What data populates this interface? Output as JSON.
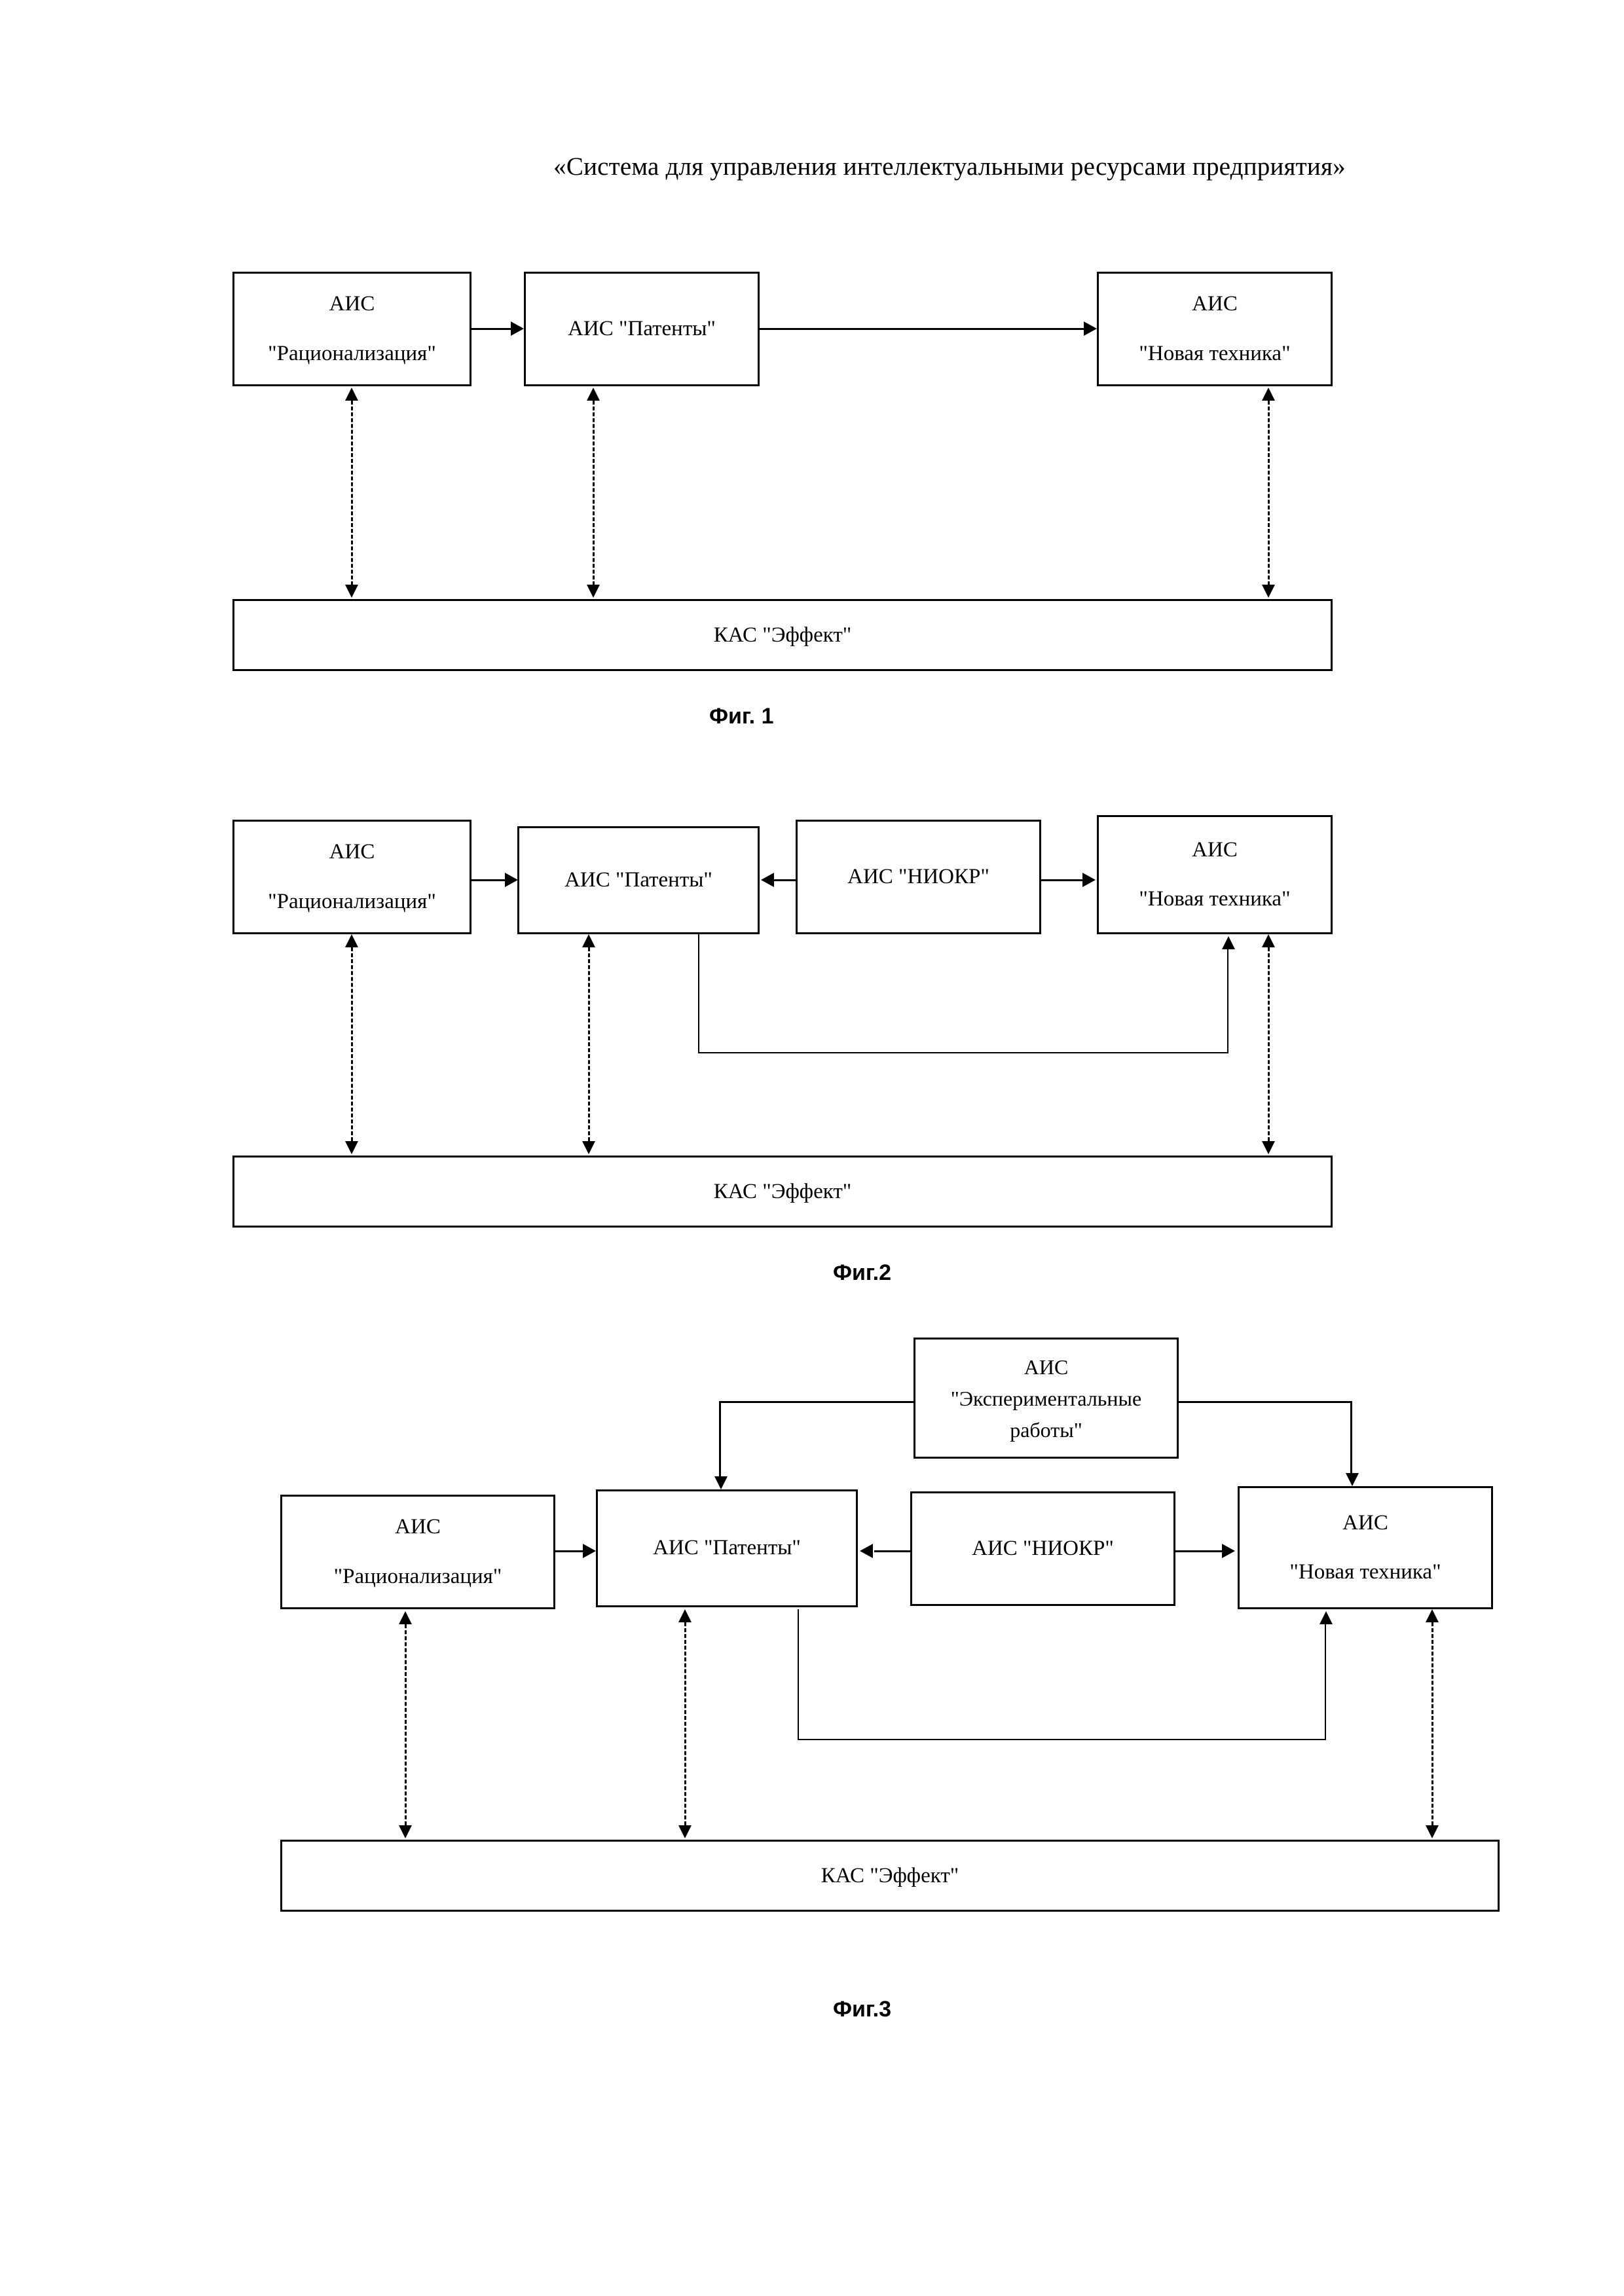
{
  "document": {
    "title": "«Система для управления интеллектуальными ресурсами предприятия»"
  },
  "labels": {
    "ais": "АИС",
    "rationalization": "\"Рационализация\"",
    "patents": "АИС \"Патенты\"",
    "niokr": "АИС \"НИОКР\"",
    "new_tech": "\"Новая техника\"",
    "experimental_1": "\"Экспериментальные",
    "experimental_2": "работы\"",
    "kas_effect": "КАС \"Эффект\""
  },
  "figures": [
    {
      "id": "fig1",
      "caption": "Фиг. 1",
      "nodes": [
        {
          "name": "ais-rationalization",
          "lines": [
            "АИС",
            "\"Рационализация\""
          ]
        },
        {
          "name": "ais-patents",
          "lines": [
            "АИС \"Патенты\""
          ]
        },
        {
          "name": "ais-new-tech",
          "lines": [
            "АИС",
            "\"Новая техника\""
          ]
        },
        {
          "name": "kas-effect",
          "lines": [
            "КАС \"Эффект\""
          ]
        }
      ],
      "edges": [
        {
          "from": "ais-rationalization",
          "to": "ais-patents",
          "style": "solid",
          "arrows": "one-way"
        },
        {
          "from": "ais-patents",
          "to": "ais-new-tech",
          "style": "solid",
          "arrows": "one-way"
        },
        {
          "from": "ais-rationalization",
          "to": "kas-effect",
          "style": "dashed",
          "arrows": "two-way"
        },
        {
          "from": "ais-patents",
          "to": "kas-effect",
          "style": "dashed",
          "arrows": "two-way"
        },
        {
          "from": "ais-new-tech",
          "to": "kas-effect",
          "style": "dashed",
          "arrows": "two-way"
        }
      ]
    },
    {
      "id": "fig2",
      "caption": "Фиг.2",
      "nodes": [
        {
          "name": "ais-rationalization",
          "lines": [
            "АИС",
            "\"Рационализация\""
          ]
        },
        {
          "name": "ais-patents",
          "lines": [
            "АИС \"Патенты\""
          ]
        },
        {
          "name": "ais-niokr",
          "lines": [
            "АИС \"НИОКР\""
          ]
        },
        {
          "name": "ais-new-tech",
          "lines": [
            "АИС",
            "\"Новая техника\""
          ]
        },
        {
          "name": "kas-effect",
          "lines": [
            "КАС \"Эффект\""
          ]
        }
      ],
      "edges": [
        {
          "from": "ais-rationalization",
          "to": "ais-patents",
          "style": "solid",
          "arrows": "one-way"
        },
        {
          "from": "ais-niokr",
          "to": "ais-patents",
          "style": "solid",
          "arrows": "one-way"
        },
        {
          "from": "ais-niokr",
          "to": "ais-new-tech",
          "style": "solid",
          "arrows": "one-way"
        },
        {
          "from": "ais-patents",
          "to": "ais-new-tech",
          "style": "solid",
          "arrows": "one-way",
          "routing": "below"
        },
        {
          "from": "ais-rationalization",
          "to": "kas-effect",
          "style": "dashed",
          "arrows": "two-way"
        },
        {
          "from": "ais-patents",
          "to": "kas-effect",
          "style": "dashed",
          "arrows": "two-way"
        },
        {
          "from": "ais-new-tech",
          "to": "kas-effect",
          "style": "dashed",
          "arrows": "two-way"
        }
      ]
    },
    {
      "id": "fig3",
      "caption": "Фиг.3",
      "nodes": [
        {
          "name": "ais-experimental",
          "lines": [
            "АИС",
            "\"Экспериментальные",
            "работы\""
          ]
        },
        {
          "name": "ais-rationalization",
          "lines": [
            "АИС",
            "\"Рационализация\""
          ]
        },
        {
          "name": "ais-patents",
          "lines": [
            "АИС \"Патенты\""
          ]
        },
        {
          "name": "ais-niokr",
          "lines": [
            "АИС \"НИОКР\""
          ]
        },
        {
          "name": "ais-new-tech",
          "lines": [
            "АИС",
            "\"Новая техника\""
          ]
        },
        {
          "name": "kas-effect",
          "lines": [
            "КАС \"Эффект\""
          ]
        }
      ],
      "edges": [
        {
          "from": "ais-experimental",
          "to": "ais-patents",
          "style": "solid",
          "arrows": "one-way",
          "routing": "above-left"
        },
        {
          "from": "ais-experimental",
          "to": "ais-new-tech",
          "style": "solid",
          "arrows": "one-way",
          "routing": "above-right"
        },
        {
          "from": "ais-rationalization",
          "to": "ais-patents",
          "style": "solid",
          "arrows": "one-way"
        },
        {
          "from": "ais-niokr",
          "to": "ais-patents",
          "style": "solid",
          "arrows": "one-way"
        },
        {
          "from": "ais-niokr",
          "to": "ais-new-tech",
          "style": "solid",
          "arrows": "one-way"
        },
        {
          "from": "ais-patents",
          "to": "ais-new-tech",
          "style": "solid",
          "arrows": "one-way",
          "routing": "below"
        },
        {
          "from": "ais-rationalization",
          "to": "kas-effect",
          "style": "dashed",
          "arrows": "two-way"
        },
        {
          "from": "ais-patents",
          "to": "kas-effect",
          "style": "dashed",
          "arrows": "two-way"
        },
        {
          "from": "ais-new-tech",
          "to": "kas-effect",
          "style": "dashed",
          "arrows": "two-way"
        }
      ]
    }
  ]
}
